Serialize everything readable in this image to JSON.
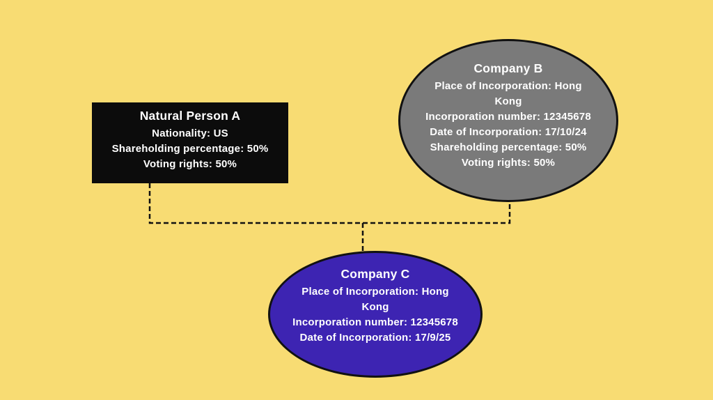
{
  "colors": {
    "background": "#f8dc73",
    "person_fill": "#0c0c0c",
    "company_b_fill": "#7a7a7a",
    "company_c_fill": "#3d24b2",
    "node_text": "#ffffff",
    "outline": "#111111",
    "connector": "#111111"
  },
  "person_a": {
    "title": "Natural Person A",
    "lines": [
      "Nationality: US",
      "Shareholding percentage: 50%",
      "Voting rights: 50%"
    ]
  },
  "company_b": {
    "title": "Company B",
    "lines": [
      "Place of Incorporation: Hong",
      "Kong",
      "Incorporation number: 12345678",
      "Date of Incorporation: 17/10/24",
      "Shareholding percentage: 50%",
      "Voting rights: 50%"
    ]
  },
  "company_c": {
    "title": "Company C",
    "lines": [
      "Place of Incorporation: Hong",
      "Kong",
      "Incorporation number: 12345678",
      "Date of Incorporation: 17/9/25"
    ]
  }
}
